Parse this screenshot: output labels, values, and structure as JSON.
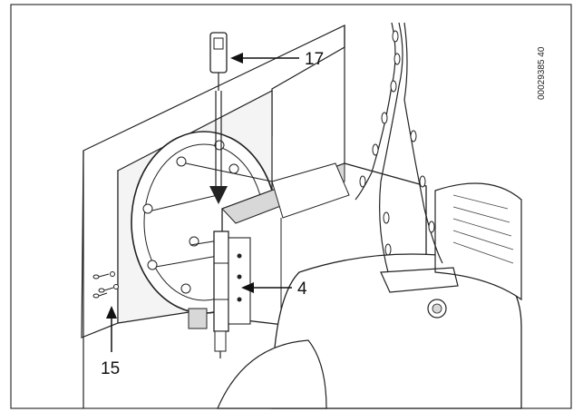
{
  "figure": {
    "document_id": "00029385 40",
    "callouts": [
      {
        "id": "17",
        "label": "17"
      },
      {
        "id": "4",
        "label": "4"
      },
      {
        "id": "15",
        "label": "15"
      }
    ],
    "colors": {
      "line": "#1a1a1a",
      "background": "#ffffff",
      "panel": "#f4f4f4",
      "shade": "#d8d8d8"
    }
  }
}
